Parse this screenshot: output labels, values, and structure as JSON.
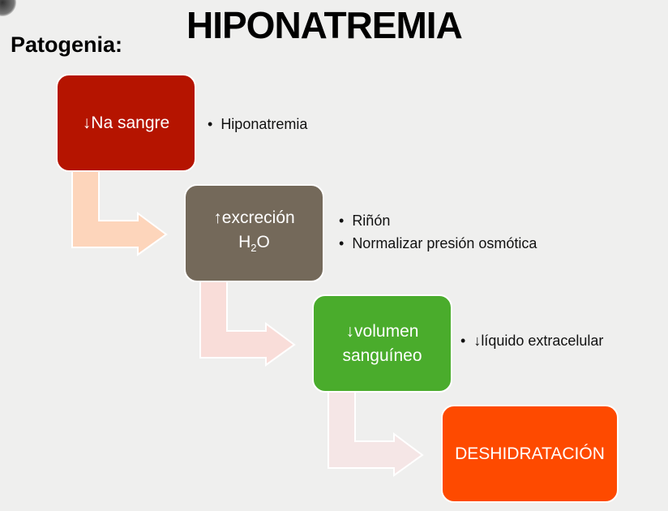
{
  "title": "HIPONATREMIA",
  "subtitle": "Patogenia:",
  "colors": {
    "step1": "#b51400",
    "step2": "#74695a",
    "step3": "#4aac2c",
    "step4": "#fe4a00",
    "arrow1": "#fdd5bb",
    "arrow2": "#f9ddd9",
    "arrow3": "#f5e6e6"
  },
  "steps": [
    {
      "label_line1": "↓Na sangre",
      "label_line2": "",
      "bullets": [
        "Hiponatremia"
      ]
    },
    {
      "label_line1": "↑excreción",
      "label_h": "H",
      "label_sub": "2",
      "label_o": "O",
      "bullets": [
        "Riñón",
        "Normalizar presión osmótica"
      ]
    },
    {
      "label_line1": "↓volumen",
      "label_line2": "sanguíneo",
      "bullets": [
        "↓líquido extracelular"
      ]
    },
    {
      "label_line1": "DESHIDRATACIÓN",
      "bullets": []
    }
  ]
}
